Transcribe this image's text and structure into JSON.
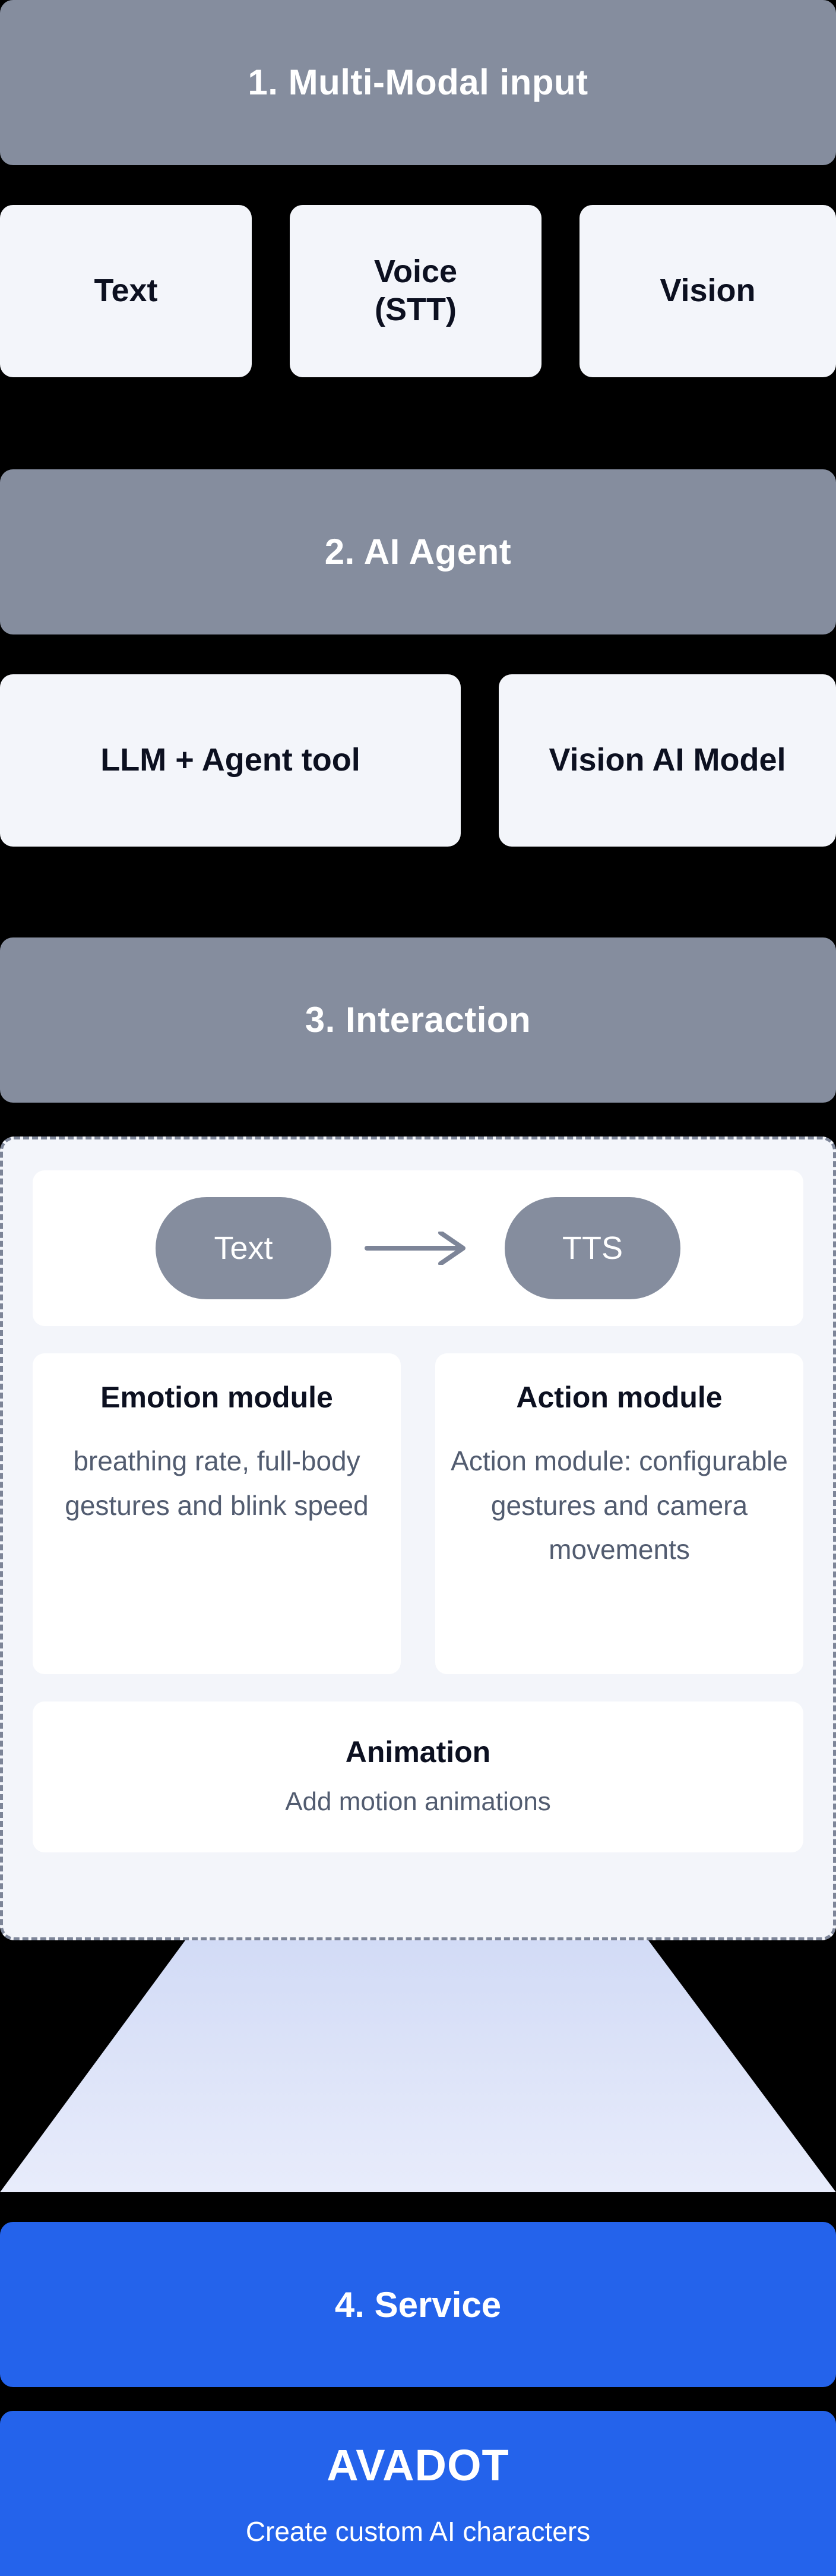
{
  "diagram": {
    "background_color": "#000000",
    "accent_gray": "#858D9E",
    "accent_blue": "#2463EB",
    "card_bg": "#F3F5FA",
    "funnel_color": "#DDE3F8"
  },
  "sections": {
    "input": {
      "title": "1. Multi-Modal input",
      "cards": [
        {
          "label": "Text"
        },
        {
          "label": "Voice\n(STT)"
        },
        {
          "label": "Vision"
        }
      ]
    },
    "agent": {
      "title": "2. AI Agent",
      "cards": [
        {
          "label": "LLM + Agent tool"
        },
        {
          "label": "Vision AI Model"
        }
      ]
    },
    "interaction": {
      "title": "3. Interaction",
      "flow": {
        "source_label": "Text",
        "arrow_icon": "arrow-right-icon",
        "target_label": "TTS"
      },
      "modules": [
        {
          "title": "Emotion module",
          "description": "breathing rate, full-body gestures and blink speed"
        },
        {
          "title": "Action module",
          "description": "Action module: configurable gestures and camera movements"
        }
      ],
      "animation": {
        "title": "Animation",
        "description": "Add motion animations"
      }
    },
    "service": {
      "title": "4. Service",
      "brand": "AVADOT",
      "tagline": "Create custom AI characters"
    }
  }
}
